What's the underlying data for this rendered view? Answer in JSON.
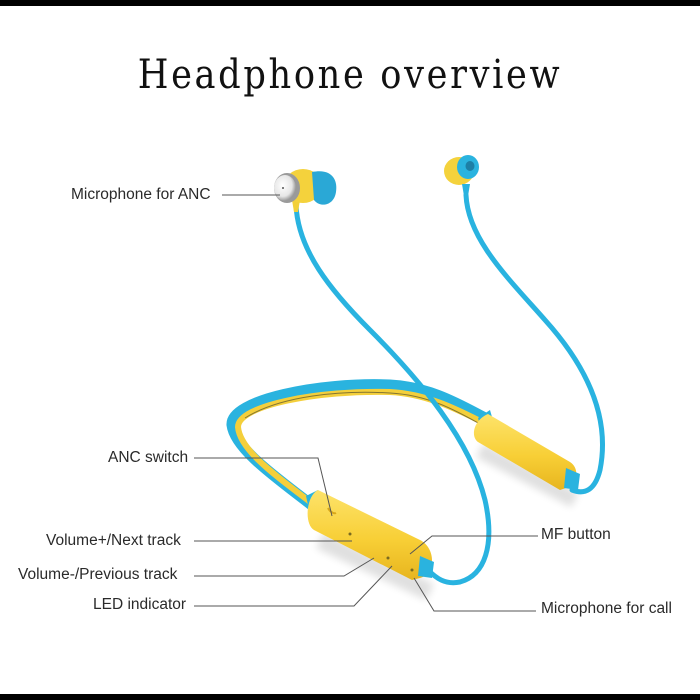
{
  "title": "Headphone overview",
  "colors": {
    "cable": "#28b4e0",
    "yellow": "#f8d13a",
    "yellow_dark": "#e8b925",
    "leader_line": "#555555",
    "text": "#2a2a2a"
  },
  "labels": {
    "microphone_anc": "Microphone for ANC",
    "anc_switch": "ANC switch",
    "volume_up": "Volume+/Next track",
    "volume_down": "Volume-/Previous track",
    "led_indicator": "LED indicator",
    "mf_button": "MF button",
    "microphone_call": "Microphone for call"
  }
}
